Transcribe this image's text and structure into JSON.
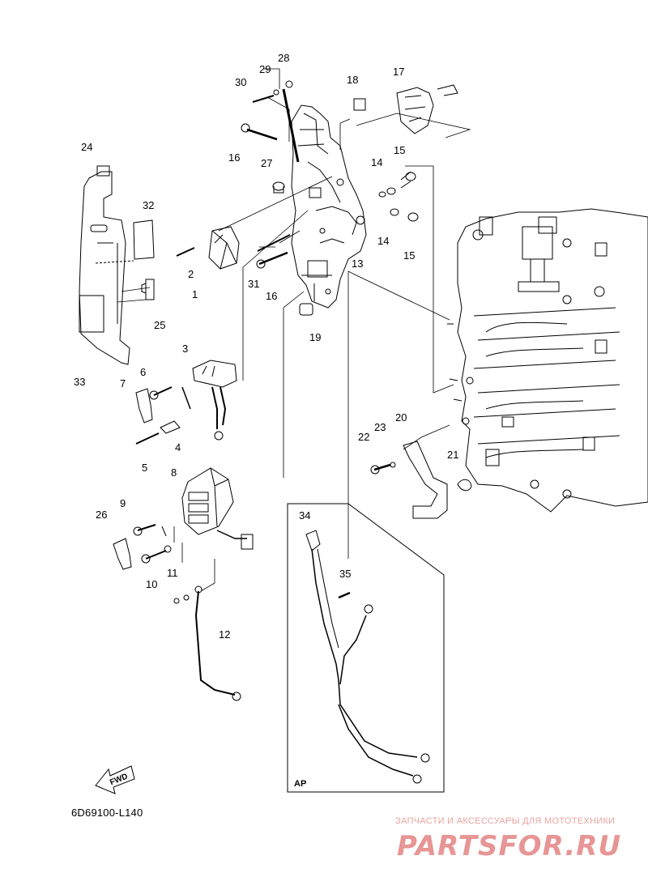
{
  "diagram": {
    "drawing_code": "6D69100-L140",
    "fwd_label": "FWD",
    "ap_label": "AP",
    "callouts": [
      "28",
      "29",
      "30",
      "16",
      "27",
      "18",
      "17",
      "15",
      "14",
      "14",
      "15",
      "24",
      "32",
      "2",
      "1",
      "31",
      "16",
      "13",
      "25",
      "19",
      "33",
      "3",
      "6",
      "7",
      "4",
      "5",
      "20",
      "23",
      "22",
      "21",
      "8",
      "9",
      "26",
      "11",
      "10",
      "12",
      "34",
      "35"
    ]
  },
  "watermark": {
    "tagline": "ЗАПЧАСТИ И АКСЕССУАРЫ ДЛЯ МОТОТЕХНИКИ",
    "logo_text": "PARTSFOR.RU",
    "color": "#e06060"
  }
}
